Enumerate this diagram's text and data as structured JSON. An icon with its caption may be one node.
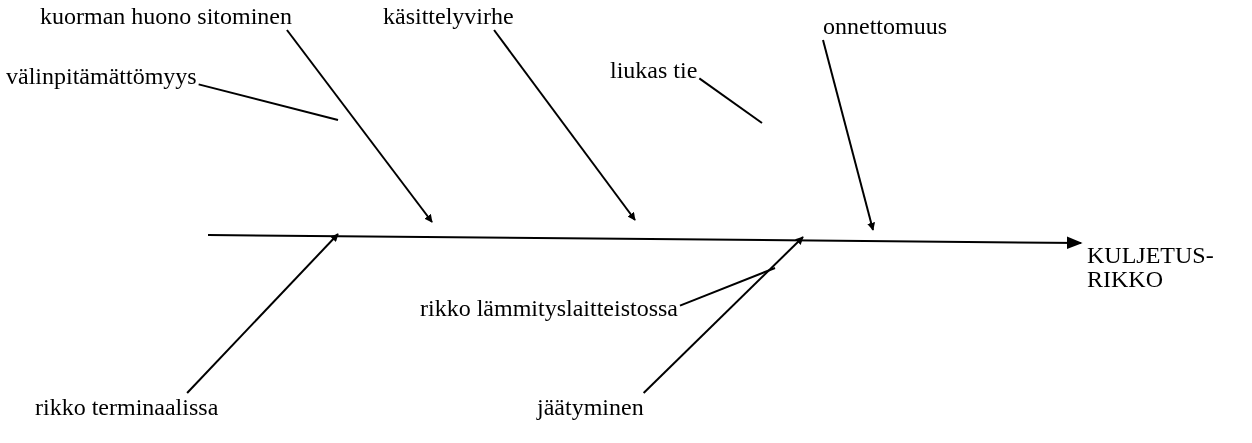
{
  "diagram": {
    "nodes": [
      {
        "text": [
          "kuorman huono sitominen"
        ]
      },
      {
        "text": [
          "välinpitämättömyys"
        ]
      },
      {
        "text": [
          "käsittelyvirhe"
        ]
      },
      {
        "text": [
          "onnettomuus"
        ]
      },
      {
        "text": [
          "liukas tie"
        ]
      },
      {
        "text": [
          "KULJETUS- RIKKO"
        ]
      },
      {
        "text": [
          "rikko lämmityslaitteistossa"
        ]
      },
      {
        "text": [
          "rikko terminaalissa"
        ]
      },
      {
        "text": [
          "jäätyminen"
        ]
      }
    ],
    "edges": [
      {
        "from": 0,
        "to": null,
        "arrow": "to"
      },
      {
        "from": 1,
        "to": null,
        "arrow": "none"
      },
      {
        "from": 2,
        "to": null,
        "arrow": "to"
      },
      {
        "from": 3,
        "to": null,
        "arrow": "to"
      },
      {
        "from": 4,
        "to": null,
        "arrow": "none"
      },
      {
        "from": null,
        "to": 5,
        "arrow": "to"
      },
      {
        "from": 6,
        "to": null,
        "arrow": "none"
      },
      {
        "from": 7,
        "to": null,
        "arrow": "to"
      },
      {
        "from": 8,
        "to": null,
        "arrow": "to"
      }
    ]
  }
}
